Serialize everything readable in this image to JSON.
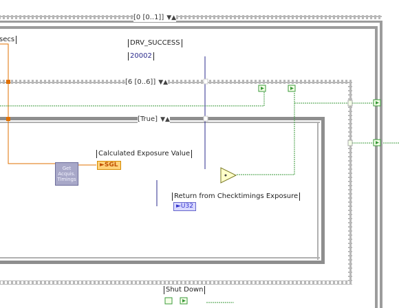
{
  "labels": {
    "secs": "secs",
    "drv_success": "DRV_SUCCESS",
    "drv_value": "20002",
    "calculated_exposure": "Calculated Exposure Value",
    "return_checktimings": "Return from Checktimings Exposure",
    "shut_down": "Shut Down"
  },
  "structures": {
    "outer_sequence_selector": "0 [0..1]",
    "inner_sequence_selector": "6 [0..6]",
    "case_selector": "True"
  },
  "subvi": {
    "get_acquisition_timings": "Get Acquis. Timings"
  },
  "terminals": {
    "sgl": "SGL",
    "u32": "U32"
  },
  "colors": {
    "wire_numeric_float": "#e07000",
    "wire_boolean": "#3a9a3a",
    "wire_integer": "#2a2a8c",
    "frame_gray": "#9c9c9c",
    "case_frame": "#8e8e8e"
  }
}
